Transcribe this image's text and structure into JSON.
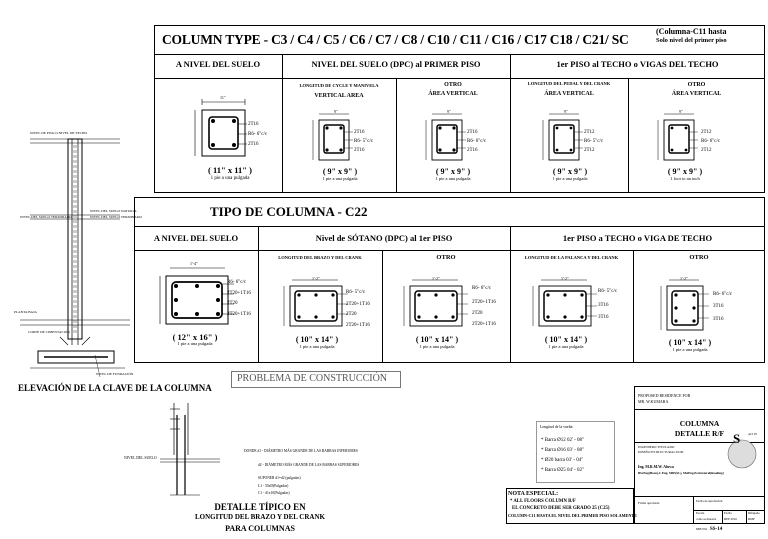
{
  "t1": {
    "title": "COLUMN TYPE - C3 / C4 / C5 / C6 / C7 / C8 / C10 / C11 / C16 / C17 C18 / C21/ SC",
    "title_note_1": "(Columna-C11 hasta",
    "title_note_2": "Solo nivel del primer piso",
    "h_ground": "A NIVEL DEL SUELO",
    "h_dpc": "NIVEL DEL SUELO (DPC) al PRIMER PISO",
    "h_roof": "1er PISO al TECHO o VIGAS DEL TECHO",
    "sub1_a": "LONGITUD DE CYCLE Y MANIVELA",
    "sub1_b": "VERTICAL AREA",
    "sub2_a": "OTRO",
    "sub2_b": "ÁREA VERTICAL",
    "sub3_a": "LONGITUD DEL PEDAL Y DEL CRANK",
    "sub3_b": "ÁREA VERTICAL",
    "sub4_a": "OTRO",
    "sub4_b": "ÁREA VERTICAL",
    "dim_ground": "11\"",
    "size_ground": "( 11\" x 11\" )",
    "note_ground": "1 pie a una pulgada",
    "bars_ground_1": "2T16",
    "bars_ground_2": "R6- 6\"c/c",
    "bars_ground_3": "2T16",
    "dim_top": "9\"",
    "size_small": "( 9\" x 9\" )",
    "note_small": "1 pie a una pulgada",
    "note_small_last": "1 foot to an inch",
    "c1_b1": "2T16",
    "c1_b2": "R6- 5\"c/c",
    "c1_b3": "2T16",
    "c2_b1": "2T16",
    "c2_b2": "R6- 6\"c/c",
    "c2_b3": "2T16",
    "c3_b1": "2T12",
    "c3_b2": "R6- 5\"c/c",
    "c3_b3": "2T12",
    "c4_b1": "2T12",
    "c4_b2": "R6- 6\"c/c",
    "c4_b3": "2T12"
  },
  "t2": {
    "title": "TIPO DE COLUMNA - C22",
    "h_ground": "A NIVEL DEL SUELO",
    "h_base": "Nivel de SÓTANO (DPC) al 1er PISO",
    "h_roof": "1er PISO a TECHO o VIGA DE TECHO",
    "sub1": "LONGITUD DEL BRAZO Y DEL CRANK",
    "sub2": "OTRO",
    "sub3": "LONGITUD DE LA PALANCA Y DEL CRANK",
    "sub4": "OTRO",
    "dim_ground": "1'-4\"",
    "size_ground": "( 12\" x 16\" )",
    "note_ground": "1 pie a una pulgada",
    "g_b1": "R6- 6\"c/c",
    "g_b2": "2T20+1T16",
    "g_b3": "2T20",
    "g_b4": "2T20+1T16",
    "dim_top": "1'-2\"",
    "size_small": "( 10\" x 14\" )",
    "note_small": "1 pie a una pulgada",
    "c1_b1": "R6- 5\"c/c",
    "c1_b2": "2T20+1T16",
    "c1_b3": "2T20",
    "c1_b4": "2T20+1T16",
    "c2_b1": "R6- 6\"c/c",
    "c2_b2": "2T20+1T16",
    "c2_b3": "2T20",
    "c2_b4": "2T20+1T16",
    "c3_b1": "R6- 5\"c/c",
    "c3_b2": "3T16",
    "c3_b3": "3T16",
    "c4_b1": "R6- 6\"c/c",
    "c4_b2": "3T16",
    "c4_b3": "3T16"
  },
  "elevation": {
    "title": "ELEVACIÓN DE LA CLAVE DE LA COLUMNA",
    "lbl1": "NIVEL DE PISO O NIVEL DE TECHO",
    "lbl2": "NIVEL DEL SUELO TERMINADO",
    "lbl3": "NIVEL DEL SUELO NATURAL",
    "lbl4": "NIVEL DEL SUELO TERMINADO",
    "lbl5": "PLANTA BAJA",
    "lbl6": "CORTE DE CIMENTACIÓN",
    "lbl7": "NIVEL DE FUNDACIÓN"
  },
  "problem_label": "PROBLEMA DE CONSTRUCCIÓN",
  "detail": {
    "title_1": "DETALLE TÍPICO EN",
    "title_2": "LONGITUD DEL BRAZO Y DEL CRANK",
    "title_3": "PARA COLUMNAS",
    "ground_label": "NIVEL DEL SUELO",
    "note_1": "DONDE d1 - DIÁMETRO MÁS GRANDE DE LAS BARRAS INFERIORES",
    "note_2": "d2 - DIÁMETRO MÁS GRANDE DE LAS BARRAS SUPERIORES",
    "note_3": "SUPONER d1=d2 (pulgadas)",
    "note_4": "L1 - 50xD(Pulgadas)",
    "note_5": "C1 - d1x10(Pulgadas)"
  },
  "lap": {
    "title": "Longitud de la vuelta:",
    "items": [
      "* Barra Ø12 02' - 08\"",
      "* Barra Ø16 03' - 08\"",
      "* Ø20 barra 03' - 04\"",
      "* Barra Ø25 04' - 02\""
    ]
  },
  "special_note": {
    "title": "NOTA ESPECIAL:",
    "line_1": "* ALL FLOORS COLUMN R/F",
    "line_2": "EL CONCRETO DEBE SER GRADO 25 (C25)",
    "line_3": "COLUMN-C11 HASTA EL NIVEL DEL PRIMER PISO SOLAMENTE"
  },
  "titleblock": {
    "project": "PROPOSED RESIDENCE FOR",
    "owner": "MR. W.KUMARA",
    "drawing_1": "COLUMNA",
    "drawing_2": "DETALLE R/F",
    "sheet": "S",
    "engineer_1": "INGENIERO TITULADO",
    "engineer_2": "DISEÑO ESTRUCTURAL POR:",
    "engineer_3": "Ing. M.R.M.W. Aluwa",
    "engineer_4": "BScEng(Hons),C.Eng, MIE(SL), MsiEng,Estructural(Reading)",
    "drawn_label": "Firma aprobada",
    "date_label": "Fecha de aprobación",
    "scale_label": "Escala",
    "scale_value": "como se muestra",
    "checked_label": "Dibujado",
    "checked_value": "RMP",
    "date2": "Fecha",
    "date2_value": "REP 2016",
    "rev_label": "DIB NO",
    "rev_value": "SS-14",
    "sheet_sub": "ACI 05"
  }
}
